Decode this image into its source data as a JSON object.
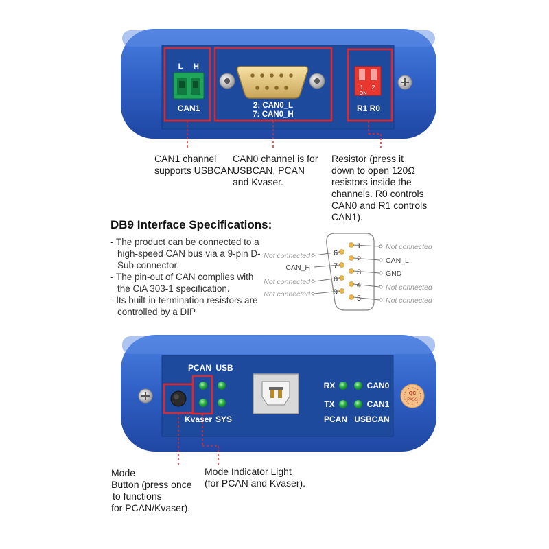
{
  "top_panel": {
    "can1": {
      "pin_l": "L",
      "pin_h": "H",
      "label": "CAN1"
    },
    "can0": {
      "line1": "2: CAN0_L",
      "line2": "7: CAN0_H"
    },
    "dip": {
      "num1": "1",
      "num2": "2",
      "on": "ON",
      "label": "R1 R0"
    }
  },
  "callouts_top": {
    "can1": [
      "CAN1 channel",
      "supports USBCAN."
    ],
    "can0": [
      "CAN0 channel is for",
      "USBCAN, PCAN",
      "and Kvaser."
    ],
    "resistor": [
      "Resistor (press it",
      "down to open 120Ω",
      "resistors inside the",
      "channels. R0 controls",
      "CAN0 and R1 controls",
      "CAN1)."
    ]
  },
  "db9": {
    "title": "DB9 Interface Specifications:",
    "bullets": [
      "- The product can be connected to a high-speed CAN bus via a 9-pin D-Sub connector.",
      "- The pin-out of CAN complies with the CiA 303-1 specification.",
      "- Its built-in termination resistors are controlled by a DIP"
    ],
    "pins": {
      "p1": {
        "num": "1",
        "label": "Not connected"
      },
      "p2": {
        "num": "2",
        "label": "CAN_L"
      },
      "p3": {
        "num": "3",
        "label": "GND"
      },
      "p4": {
        "num": "4",
        "label": "Not connected"
      },
      "p5": {
        "num": "5",
        "label": "Not connected"
      },
      "p6": {
        "num": "6",
        "label": "Not connected"
      },
      "p7": {
        "num": "7",
        "label": "CAN_H"
      },
      "p8": {
        "num": "8",
        "label": "Not connected"
      },
      "p9": {
        "num": "9",
        "label": "Not connected"
      }
    }
  },
  "bottom_panel": {
    "pcan": "PCAN",
    "usb": "USB",
    "kvaser": "Kvaser",
    "sys": "SYS",
    "rx": "RX",
    "tx": "TX",
    "can0": "CAN0",
    "can1": "CAN1",
    "pcan_bottom": "PCAN",
    "usbcan": "USBCAN",
    "qc_top": "QC",
    "qc_bottom": "PASS"
  },
  "callouts_bottom": {
    "mode_button": [
      "Mode",
      "Button (press once",
      "to functions",
      "for PCAN/Kvaser)."
    ],
    "mode_light": [
      "Mode Indicator Light",
      "(for PCAN and Kvaser)."
    ]
  },
  "colors": {
    "enclosure": "#2f5fc4",
    "panel": "#1d4a9c",
    "highlight": "#e3262b",
    "led_green": "#2fb54a",
    "terminal_green": "#1fa65a",
    "dip_red": "#e8372f",
    "qc_sticker": "#f3c28a"
  }
}
